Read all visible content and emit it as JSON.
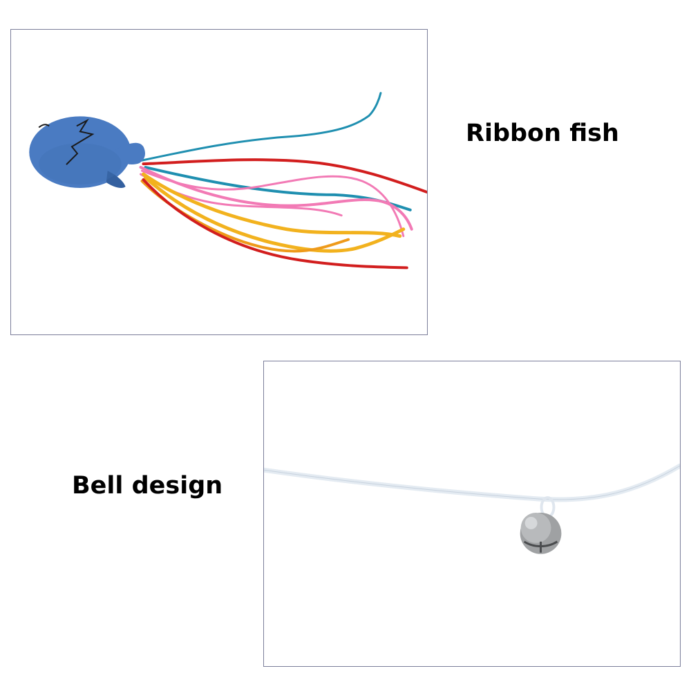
{
  "panels": {
    "top": {
      "caption": "Ribbon fish",
      "image": "ribbon-fish-photo",
      "colors": {
        "fish": "#4a7bc2",
        "fish_shadow": "#34609f",
        "ribbons": [
          "#1f8fb0",
          "#d21e1e",
          "#f27ab5",
          "#f2b21e",
          "#ee9a1a"
        ]
      }
    },
    "bottom": {
      "caption": "Bell design",
      "image": "bell-on-string-photo",
      "colors": {
        "string": "#e4ebf2",
        "bell": "#9fa1a3"
      }
    }
  },
  "border_color": "#7a7d99"
}
